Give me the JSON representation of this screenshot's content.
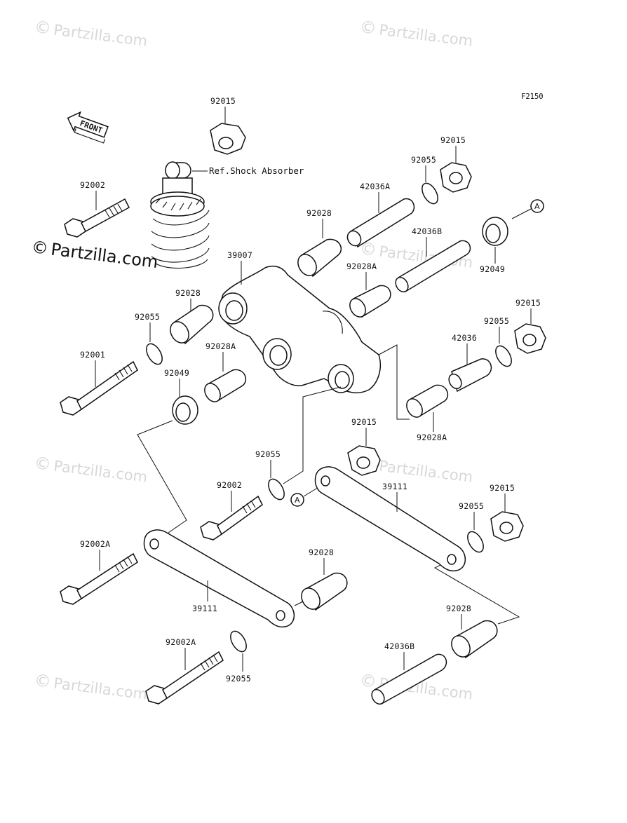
{
  "figure_code": "F2150",
  "front_label": "FRONT",
  "ref_note": "Ref.Shock Absorber",
  "watermark": {
    "symbol": "©",
    "text": "Partzilla.com"
  },
  "callout": "A",
  "labels": {
    "n92015_top": "92015",
    "n92002_top": "92002",
    "n42036A": "42036A",
    "n92055_a": "92055",
    "n92015_b": "92015",
    "n92028_a": "92028",
    "n42036B_a": "42036B",
    "n92049_a": "92049",
    "n39007": "39007",
    "n92028A_a": "92028A",
    "n92028_b": "92028",
    "n92055_b": "92055",
    "n92015_c": "92015",
    "n92055_c": "92055",
    "n42036": "42036",
    "n92001": "92001",
    "n92028A_b": "92028A",
    "n92049_b": "92049",
    "n92028A_c": "92028A",
    "n92015_d": "92015",
    "n92055_d": "92055",
    "n92002_mid": "92002",
    "n39111_a": "39111",
    "n92015_e": "92015",
    "n92055_e": "92055",
    "n92002A_a": "92002A",
    "n92028_c": "92028",
    "n39111_b": "39111",
    "n92028_d": "92028",
    "n92002A_b": "92002A",
    "n42036B_b": "42036B",
    "n92055_f": "92055"
  }
}
